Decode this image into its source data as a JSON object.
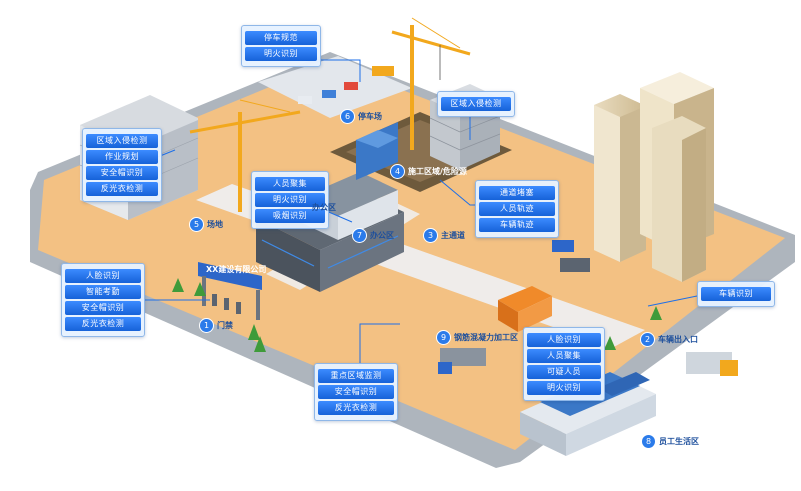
{
  "feature_boxes": {
    "parking": [
      "停车规范",
      "明火识别"
    ],
    "left_site": [
      "区域入侵检测",
      "作业规划",
      "安全帽识别",
      "反光衣检测"
    ],
    "office": [
      "人员聚集",
      "明火识别",
      "吸烟识别"
    ],
    "tower": [
      "区域入侵检测"
    ],
    "channel": [
      "通道堵塞",
      "人员轨迹",
      "车辆轨迹"
    ],
    "gate": [
      "人脸识别",
      "智能考勤",
      "安全帽识别",
      "反光衣检测"
    ],
    "exit": [
      "车辆识别"
    ],
    "steel": [
      "重点区域监测",
      "安全帽识别",
      "反光衣检测"
    ],
    "living": [
      "人脸识别",
      "人员聚集",
      "可疑人员",
      "明火识别"
    ]
  },
  "zones": {
    "gate": {
      "num": "1",
      "label": "门禁"
    },
    "exit": {
      "num": "2",
      "label": "车辆出入口"
    },
    "road": {
      "num": "3",
      "label": "主通道"
    },
    "work": {
      "num": "4",
      "label": "施工区域/危险源"
    },
    "yard": {
      "num": "5",
      "label": "场地"
    },
    "parking": {
      "num": "6",
      "label": "停车场"
    },
    "office": {
      "num": "7",
      "label": "办公区"
    },
    "living": {
      "num": "8",
      "label": "员工生活区"
    },
    "steel": {
      "num": "9",
      "label": "钢筋混凝力加工区"
    }
  },
  "signs": {
    "gate_sign": "XX建设有限公司",
    "office_sign": "办公区"
  },
  "colors": {
    "ground": "#f3c183",
    "wall": "#bfc5cc",
    "road": "#eef1f5",
    "box_item": "#1e6fe8",
    "crane": "#f2a81d"
  }
}
